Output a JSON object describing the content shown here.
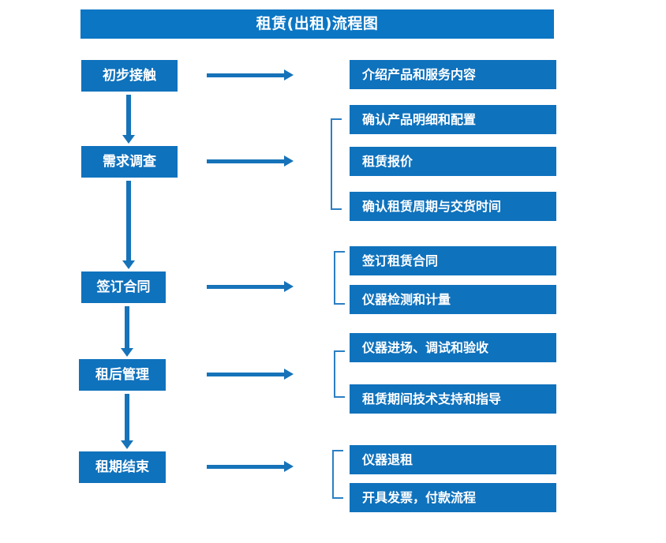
{
  "diagram": {
    "title": "租赁(出租)流程图",
    "accent_color": "#0f72bd",
    "title_bar_color": "#0b76c4",
    "arrow_color": "#1673b9",
    "bracket_color": "#2b7fc4",
    "text_color": "#ffffff",
    "background_color": "#ffffff"
  },
  "stages": [
    {
      "id": "stage-1",
      "label": "初步接触"
    },
    {
      "id": "stage-2",
      "label": "需求调查"
    },
    {
      "id": "stage-3",
      "label": "签订合同"
    },
    {
      "id": "stage-4",
      "label": "租后管理"
    },
    {
      "id": "stage-5",
      "label": "租期结束"
    }
  ],
  "details": {
    "group_1": [
      {
        "label": "介绍产品和服务内容"
      }
    ],
    "group_2": [
      {
        "label": "确认产品明细和配置"
      },
      {
        "label": "租赁报价"
      },
      {
        "label": "确认租赁周期与交货时间"
      }
    ],
    "group_3": [
      {
        "label": "签订租赁合同"
      },
      {
        "label": "仪器检测和计量"
      }
    ],
    "group_4": [
      {
        "label": "仪器进场、调试和验收"
      },
      {
        "label": "租赁期间技术支持和指导"
      }
    ],
    "group_5": [
      {
        "label": "仪器退租"
      },
      {
        "label": "开具发票，付款流程"
      }
    ]
  },
  "connectors": {
    "horizontal_arrows": 5,
    "vertical_arrows": 4,
    "brackets": 4
  }
}
